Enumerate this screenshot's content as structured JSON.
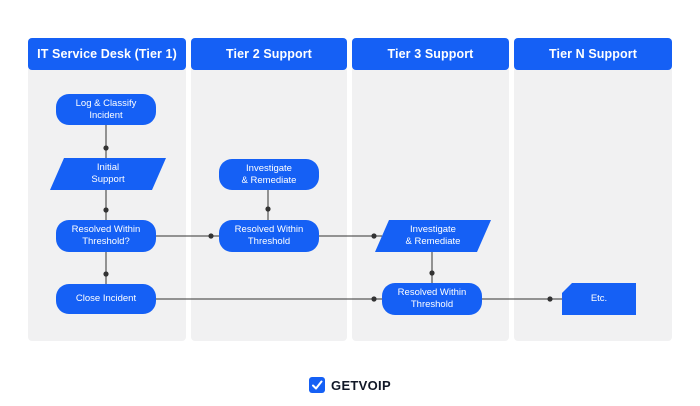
{
  "lanes": [
    {
      "title": "IT Service Desk (Tier 1)"
    },
    {
      "title": "Tier 2 Support"
    },
    {
      "title": "Tier 3 Support"
    },
    {
      "title": "Tier N Support"
    }
  ],
  "nodes": {
    "log_classify": "Log & Classify\nIncident",
    "initial_support": "Initial\nSupport",
    "resolved_t1": "Resolved Within\nThreshold?",
    "close_incident": "Close Incident",
    "investigate_t2": "Investigate\n& Remediate",
    "resolved_t2": "Resolved Within\nThreshold",
    "investigate_t3": "Investigate\n& Remediate",
    "resolved_t3": "Resolved Within\nThreshold",
    "etc": "Etc."
  },
  "footer": {
    "brand": "GETVOIP"
  },
  "colors": {
    "accent": "#1560f5",
    "lane_bg": "#f1f1f2",
    "connector": "#333333"
  }
}
